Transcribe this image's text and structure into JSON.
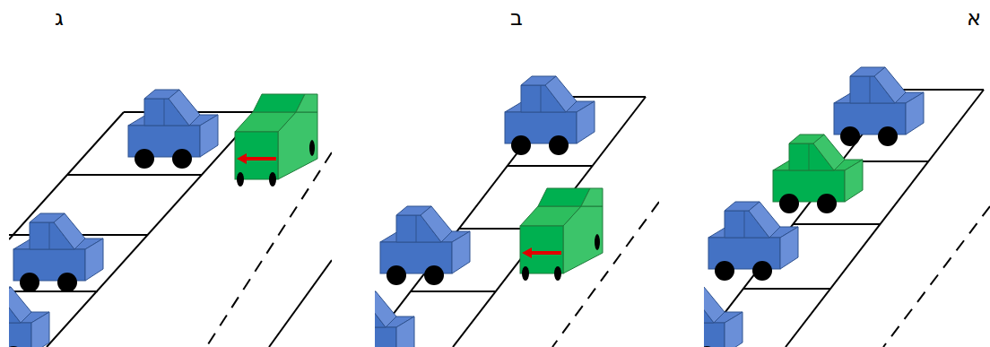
{
  "diagram": {
    "labels": [
      "א",
      "ב",
      "ג"
    ]
  }
}
